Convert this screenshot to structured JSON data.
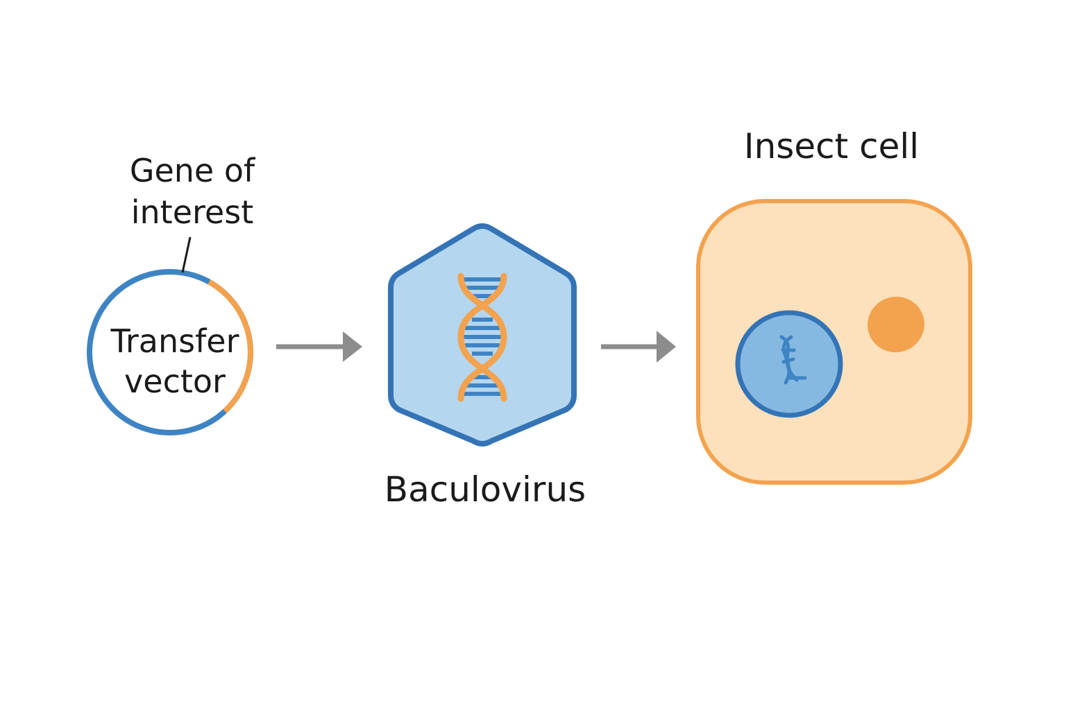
{
  "labels": {
    "gene_of_interest": [
      "Gene of",
      "interest"
    ],
    "transfer_vector": [
      "Transfer",
      "vector"
    ],
    "baculovirus": "Baculovirus",
    "insect_cell": "Insect cell"
  },
  "colors": {
    "blue": "#3E84C4",
    "blue_dark": "#3474B6",
    "orange": "#F3A24E",
    "hexagon_fill": "#B5D6EF",
    "cell_fill": "#FDE1BC",
    "nucleus_fill": "#86B9E1",
    "arrow_gray": "#8C8C8C",
    "text": "#1A1A1A"
  }
}
